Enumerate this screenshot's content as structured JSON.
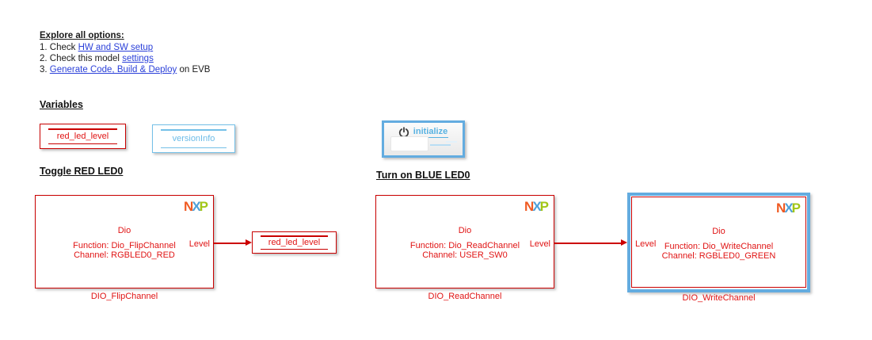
{
  "colors": {
    "block_red": "#c90000",
    "text_red": "#e01414",
    "light_blue": "#74c0e8",
    "selection_blue": "#63ace0",
    "link_blue": "#2b40d9",
    "nxp_orange": "#f05a22",
    "nxp_blue": "#4fa0d8",
    "nxp_green": "#a2c617"
  },
  "explore": {
    "title": "Explore all options:",
    "items": [
      {
        "prefix": "1. Check ",
        "link": "HW and SW setup",
        "suffix": ""
      },
      {
        "prefix": "2. Check this model ",
        "link": "settings",
        "suffix": ""
      },
      {
        "prefix": "3. ",
        "link": "Generate Code, Build & Deploy",
        "suffix": " on EVB"
      }
    ]
  },
  "headings": {
    "variables": "Variables",
    "toggle_red": "Toggle RED LED0",
    "turn_on_blue": "Turn on BLUE LED0"
  },
  "variables": {
    "red_led_store": {
      "label": "red_led_level"
    },
    "version_info": {
      "label": "versionInfo"
    },
    "initialize": {
      "label": "initialize",
      "icon": "power-icon"
    }
  },
  "blocks": {
    "flip": {
      "logo": {
        "n": "N",
        "x": "X",
        "p": "P"
      },
      "title": "Dio",
      "function_line": "Function: Dio_FlipChannel",
      "channel_line": "Channel: RGBLED0_RED",
      "out_port": "Level",
      "name": "DIO_FlipChannel"
    },
    "red_led_write": {
      "label": "red_led_level"
    },
    "read": {
      "logo": {
        "n": "N",
        "x": "X",
        "p": "P"
      },
      "title": "Dio",
      "function_line": "Function: Dio_ReadChannel",
      "channel_line": "Channel: USER_SW0",
      "out_port": "Level",
      "name": "DIO_ReadChannel"
    },
    "write": {
      "logo": {
        "n": "N",
        "x": "X",
        "p": "P"
      },
      "title": "Dio",
      "function_line": "Function: Dio_WriteChannel",
      "channel_line": "Channel: RGBLED0_GREEN",
      "in_port": "Level",
      "name": "DIO_WriteChannel"
    }
  }
}
